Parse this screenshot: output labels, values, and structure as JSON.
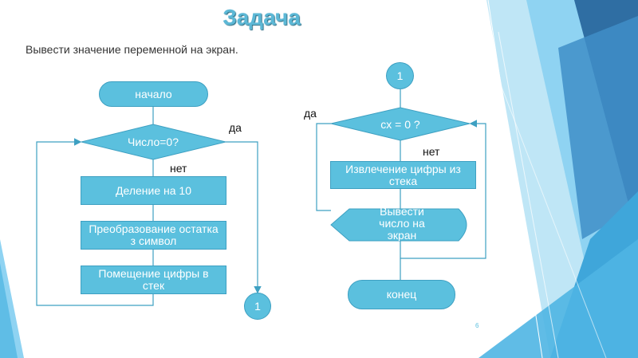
{
  "slide": {
    "title": "Задача",
    "subtitle": "Вывести значение переменной на экран.",
    "page_number": "6"
  },
  "left_flow": {
    "start": "начало",
    "decision": "Число=0?",
    "yes": "да",
    "no": "нет",
    "step1": "Деление на 10",
    "step2": "Преобразование остатка з символ",
    "step3": "Помещение цифры в стек",
    "connector": "1"
  },
  "right_flow": {
    "connector": "1",
    "decision": "cx = 0 ?",
    "yes": "да",
    "no": "нет",
    "step1": "Извлечение цифры из стека",
    "output": "Вывести число на экран",
    "end": "конец"
  },
  "colors": {
    "shape_fill": "#5bc0de",
    "shape_border": "#3ea0c2",
    "title": "#5cb8d6",
    "deco_dark": "#2f6ea3",
    "deco_mid": "#3fa6da",
    "deco_light": "#8fd3f2"
  }
}
